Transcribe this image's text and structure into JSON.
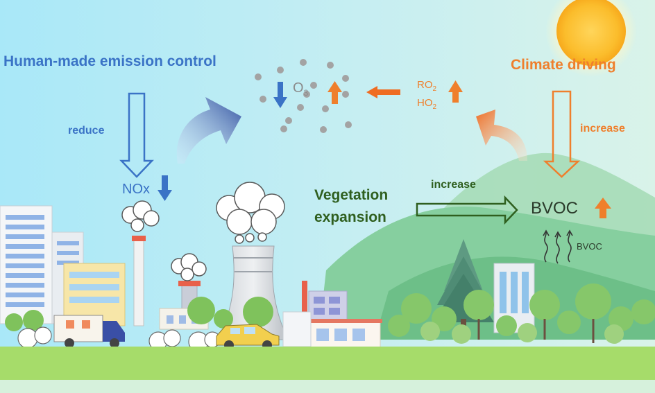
{
  "labels": {
    "human_control": "Human-made emission control",
    "climate_driving": "Climate driving",
    "reduce": "reduce",
    "nox": "NOx",
    "ozone_base": "O",
    "ozone_sub": "3",
    "ro2_base": "RO",
    "ro2_sub": "2",
    "ho2_base": "HO",
    "ho2_sub": "2",
    "increase_climate": "increase",
    "increase_vegetation": "increase",
    "vegetation_line1": "Vegetation",
    "vegetation_line2": "expansion",
    "bvoc": "BVOC",
    "bvoc_small": "BVOC"
  },
  "colors": {
    "human_blue": "#3a73c6",
    "climate_orange": "#ef7f2c",
    "vegetation_green": "#2f5f1f",
    "ozone_grey": "#8c8c8c",
    "sky_left": "#a9e6f7",
    "sky_right": "#d7f2ea",
    "ground": "#a7dd6c"
  }
}
